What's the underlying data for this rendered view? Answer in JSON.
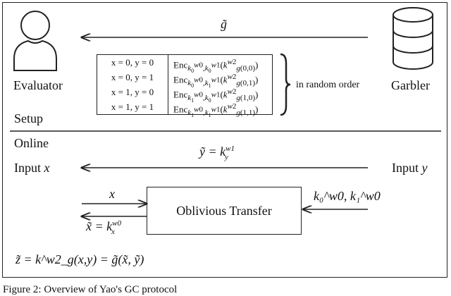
{
  "parties": {
    "evaluator": "Evaluator",
    "garbler": "Garbler"
  },
  "sections": {
    "setup": "Setup",
    "online": "Online"
  },
  "setup": {
    "garbled_circuit_label": "g̃",
    "table": {
      "inputs": [
        "x = 0, y = 0",
        "x = 0, y = 1",
        "x = 1, y = 0",
        "x = 1, y = 1"
      ],
      "key_indices": [
        [
          "0",
          "0"
        ],
        [
          "0",
          "1"
        ],
        [
          "1",
          "0"
        ],
        [
          "1",
          "1"
        ]
      ],
      "output_indices": [
        "(0,0)",
        "(0,1)",
        "(1,0)",
        "(1,1)"
      ]
    },
    "order_note": "in random order"
  },
  "online": {
    "evaluator_input": "Input",
    "evaluator_var": "x",
    "garbler_input": "Input",
    "garbler_var": "y",
    "y_label": "ỹ = k",
    "y_sup": "w1",
    "y_sub": "y",
    "x_label": "x",
    "x_tilde_label": "x̃ = k",
    "x_sub": "x",
    "x_sup": "w0",
    "garbler_keys": "k₀^w0, k₁^w0",
    "ot_label": "Oblivious Transfer",
    "result": "z̃ = k^w2_g(x,y) = g̃(x̃, ỹ)"
  },
  "caption": "Figure 2: Overview of Yao's GC protocol"
}
